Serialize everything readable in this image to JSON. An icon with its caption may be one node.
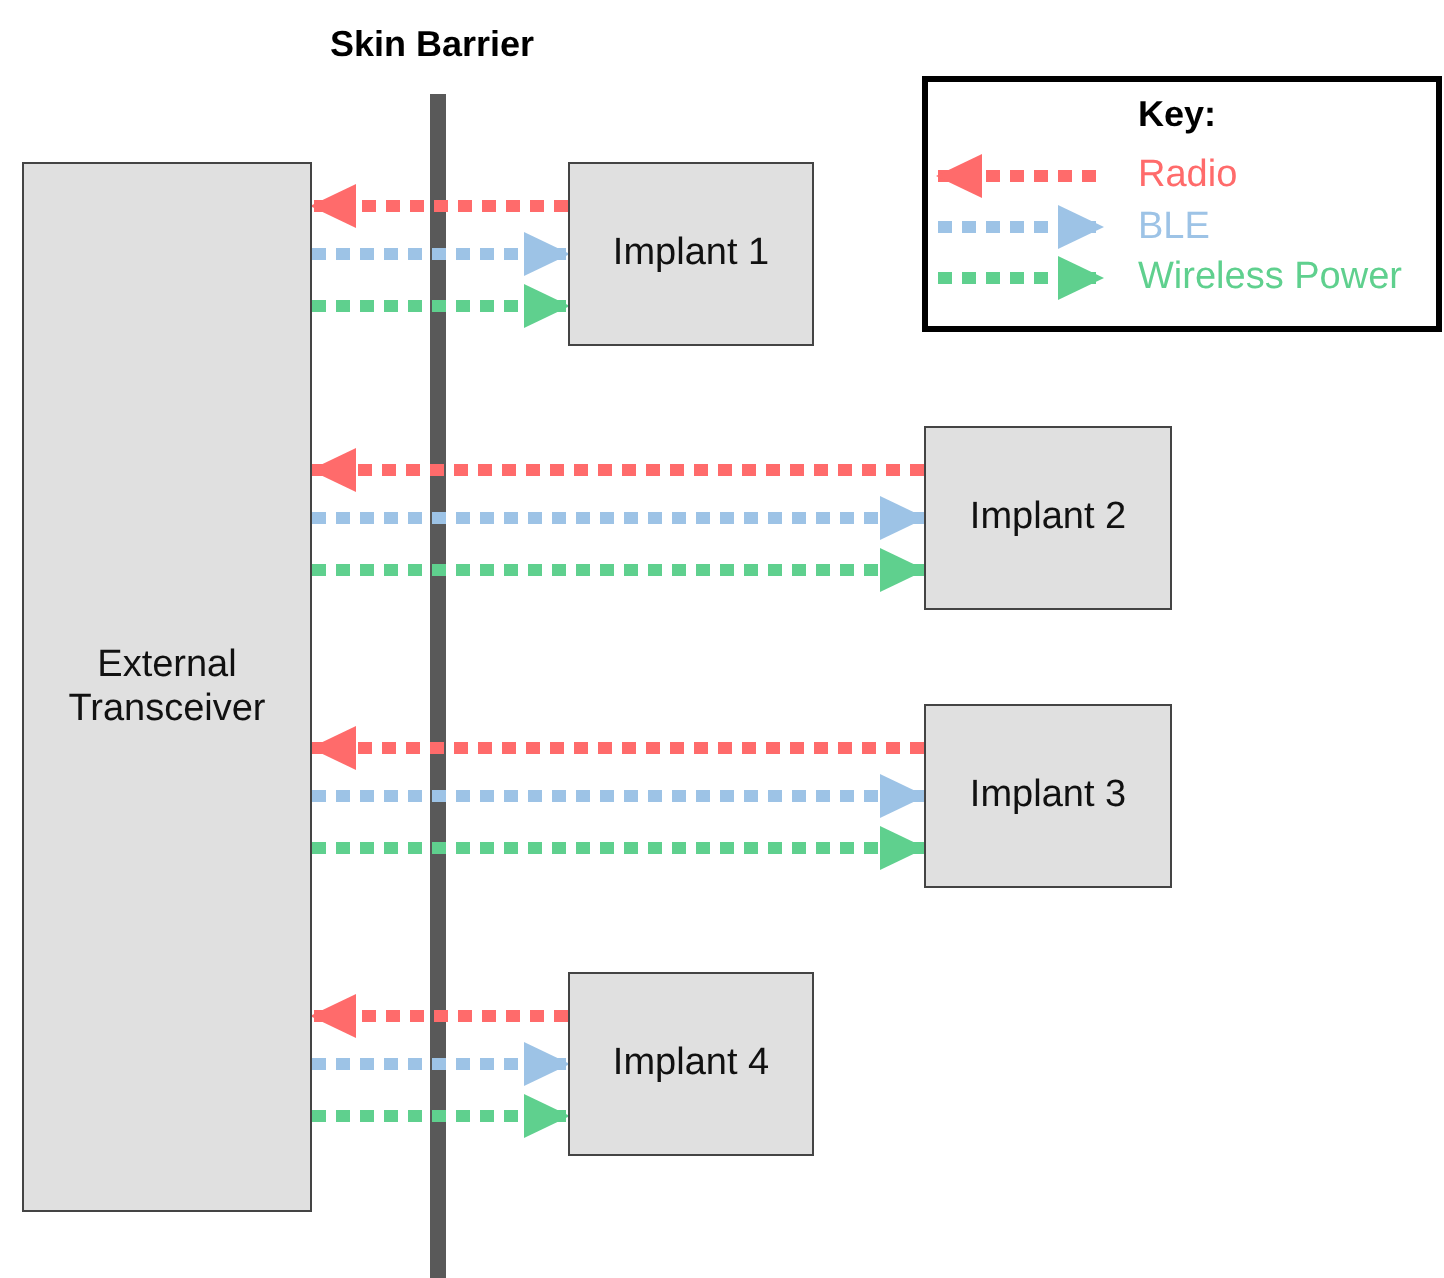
{
  "diagram": {
    "nodes": [
      {
        "text": [
          "External Transceiver"
        ]
      },
      {
        "text": [
          "Implant 1"
        ]
      },
      {
        "text": [
          "Implant 2"
        ]
      },
      {
        "text": [
          "Implant 3"
        ]
      },
      {
        "text": [
          "Implant 4"
        ]
      }
    ],
    "edges": [
      {
        "from": 1,
        "to": 0,
        "arrow": "to",
        "style": "dashed",
        "color": "#ff6b6b"
      },
      {
        "from": 0,
        "to": 1,
        "arrow": "to",
        "style": "dashed",
        "color": "#9dc3e6"
      },
      {
        "from": 0,
        "to": 1,
        "arrow": "to",
        "style": "dashed",
        "color": "#5fd08e"
      },
      {
        "from": 2,
        "to": 0,
        "arrow": "to",
        "style": "dashed",
        "color": "#ff6b6b"
      },
      {
        "from": 0,
        "to": 2,
        "arrow": "to",
        "style": "dashed",
        "color": "#9dc3e6"
      },
      {
        "from": 0,
        "to": 2,
        "arrow": "to",
        "style": "dashed",
        "color": "#5fd08e"
      },
      {
        "from": 3,
        "to": 0,
        "arrow": "to",
        "style": "dashed",
        "color": "#ff6b6b"
      },
      {
        "from": 0,
        "to": 3,
        "arrow": "to",
        "style": "dashed",
        "color": "#9dc3e6"
      },
      {
        "from": 0,
        "to": 3,
        "arrow": "to",
        "style": "dashed",
        "color": "#5fd08e"
      },
      {
        "from": 4,
        "to": 0,
        "arrow": "to",
        "style": "dashed",
        "color": "#ff6b6b"
      },
      {
        "from": 0,
        "to": 4,
        "arrow": "to",
        "style": "dashed",
        "color": "#9dc3e6"
      },
      {
        "from": 0,
        "to": 4,
        "arrow": "to",
        "style": "dashed",
        "color": "#5fd08e"
      }
    ],
    "labels": [
      "Skin Barrier",
      "Key:"
    ],
    "legend": [
      {
        "text": "Radio",
        "color": "#ff6b6b"
      },
      {
        "text": "BLE",
        "color": "#9dc3e6"
      },
      {
        "text": "Wireless Power",
        "color": "#5fd08e"
      }
    ]
  }
}
